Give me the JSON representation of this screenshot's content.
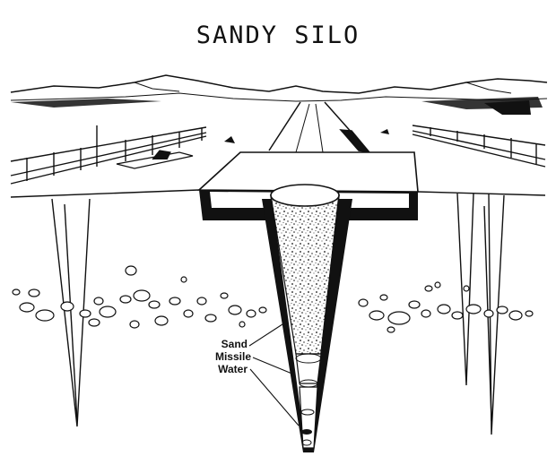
{
  "title": "SANDY SILO",
  "labels": {
    "sand": "Sand",
    "missile": "Missile",
    "water": "Water"
  },
  "colors": {
    "ink": "#111111",
    "paper": "#ffffff"
  }
}
